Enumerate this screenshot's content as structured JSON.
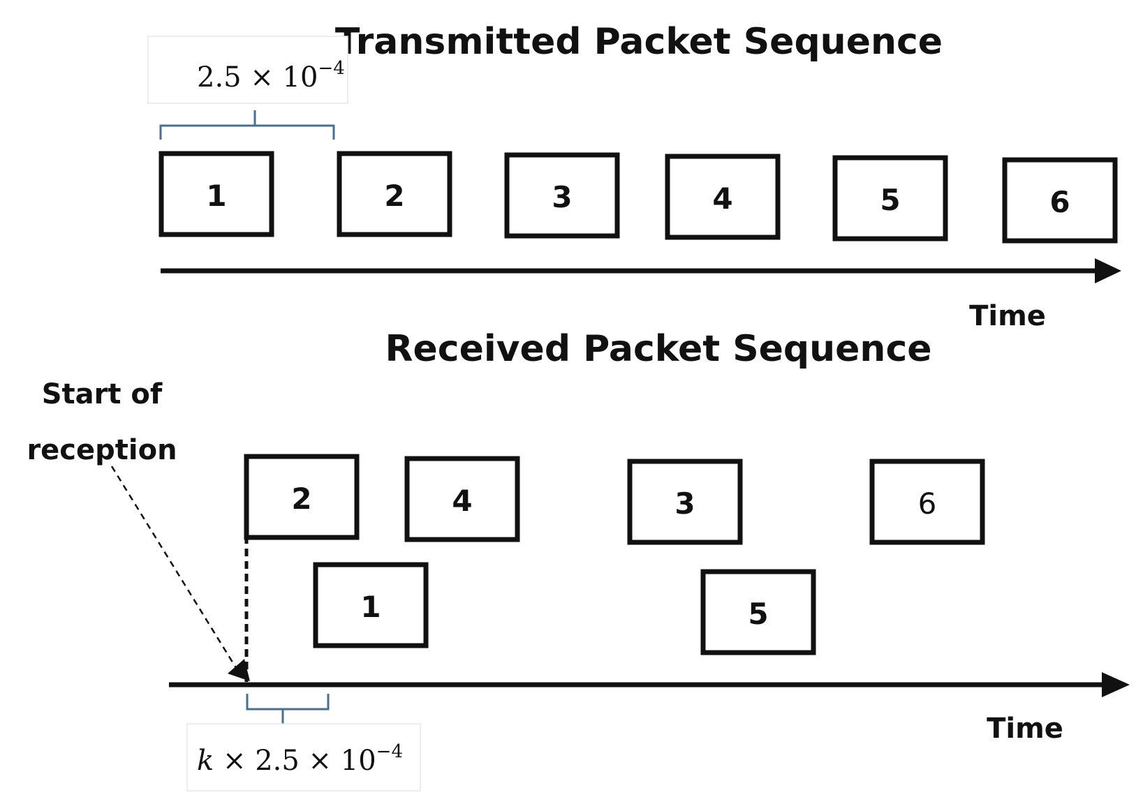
{
  "transmitted": {
    "title": "Transmitted Packet Sequence",
    "time_label": "Time",
    "interval_base": "2.5 × 10",
    "interval_exp": "−4",
    "packets": [
      "1",
      "2",
      "3",
      "4",
      "5",
      "6"
    ]
  },
  "received": {
    "title": "Received Packet Sequence",
    "time_label": "Time",
    "start_label_line1": "Start of",
    "start_label_line2": "reception",
    "offset_k": "k",
    "offset_base": " × 2.5 × 10",
    "offset_exp": "−4",
    "packets": [
      "2",
      "4",
      "3",
      "6",
      "1",
      "5"
    ]
  },
  "colors": {
    "ink": "#111111",
    "brace": "#4a6f8f"
  }
}
